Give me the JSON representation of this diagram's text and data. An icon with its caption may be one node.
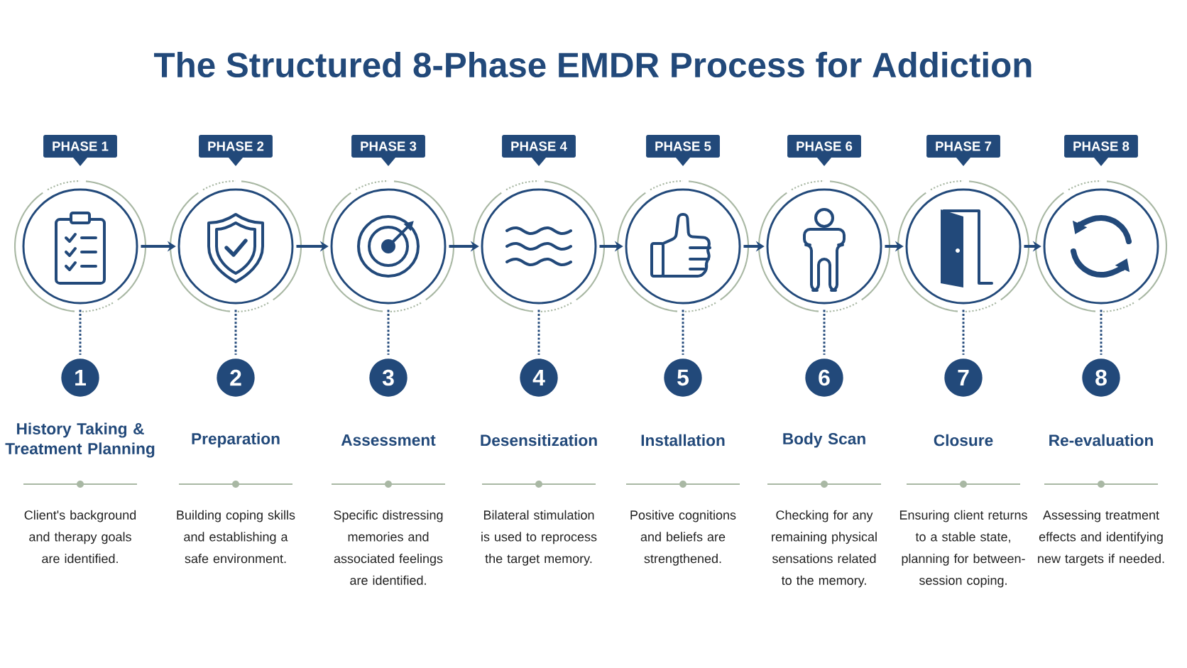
{
  "diagram": {
    "title": "The Structured 8-Phase EMDR Process for Addiction",
    "nodes": [
      {
        "text": [
          "PHASE 1"
        ]
      },
      {
        "text": [],
        "shape": "circle"
      },
      {
        "text": [
          "1"
        ],
        "beside": [
          "History Taking & Treatment Planning"
        ]
      },
      {
        "text": [
          "PHASE 2"
        ]
      },
      {
        "text": [],
        "shape": "circle"
      },
      {
        "text": [
          "2"
        ],
        "beside": [
          "Preparation"
        ]
      },
      {
        "text": [
          "PHASE 3"
        ]
      },
      {
        "text": [],
        "shape": "circle"
      },
      {
        "text": [
          "3"
        ],
        "beside": [
          "Assessment"
        ]
      },
      {
        "text": [
          "PHASE 4"
        ]
      },
      {
        "text": [],
        "shape": "circle"
      },
      {
        "text": [
          "4"
        ],
        "beside": [
          "Desensitization"
        ]
      },
      {
        "text": [
          "PHASE 5"
        ]
      },
      {
        "text": [],
        "shape": "circle"
      },
      {
        "text": [
          "5"
        ],
        "beside": [
          "Installation"
        ]
      },
      {
        "text": [
          "PHASE 6"
        ]
      },
      {
        "text": [],
        "shape": "circle"
      },
      {
        "text": [
          "6"
        ],
        "beside": [
          "Body Scan"
        ]
      },
      {
        "text": [
          "PHASE 7"
        ]
      },
      {
        "text": [],
        "shape": "circle"
      },
      {
        "text": [
          "7"
        ],
        "beside": [
          "Closure"
        ]
      },
      {
        "text": [
          "PHASE 8"
        ]
      },
      {
        "text": [],
        "shape": "circle"
      },
      {
        "text": [
          "8"
        ],
        "beside": [
          "Re-evaluation"
        ]
      }
    ],
    "labels": [
      "Client's background and therapy goals are identified.",
      "Building coping skills and establishing a safe environment.",
      "Specific distressing memories and associated feelings are identified.",
      "Bilateral stimulation is used to reprocess the target memory.",
      "Positive cognitions and beliefs are strengthened.",
      "Checking for any remaining physical sensations related to the memory.",
      "Ensuring client returns to a stable state, planning for between-session coping.",
      "Assessing treatment effects and identifying new targets if needed."
    ],
    "edges": [
      {
        "from": 1,
        "to": 4,
        "arrow": "to"
      },
      {
        "from": 4,
        "to": 7,
        "arrow": "to"
      },
      {
        "from": 7,
        "to": 10,
        "arrow": "to"
      },
      {
        "from": 10,
        "to": 13,
        "arrow": "to"
      },
      {
        "from": 13,
        "to": 16,
        "arrow": "to"
      },
      {
        "from": 16,
        "to": 19,
        "arrow": "to"
      },
      {
        "from": 19,
        "to": 22,
        "arrow": "to"
      },
      {
        "from": 1,
        "to": 2,
        "arrow": "none",
        "style": "dashed"
      },
      {
        "from": 4,
        "to": 5,
        "arrow": "none",
        "style": "dashed"
      },
      {
        "from": 7,
        "to": 8,
        "arrow": "none",
        "style": "dashed"
      },
      {
        "from": 10,
        "to": 11,
        "arrow": "none",
        "style": "dashed"
      },
      {
        "from": 13,
        "to": 14,
        "arrow": "none",
        "style": "dashed"
      },
      {
        "from": 16,
        "to": 17,
        "arrow": "none",
        "style": "dashed"
      },
      {
        "from": 19,
        "to": 20,
        "arrow": "none",
        "style": "dashed"
      },
      {
        "from": 22,
        "to": 23,
        "arrow": "none",
        "style": "dashed"
      }
    ]
  }
}
